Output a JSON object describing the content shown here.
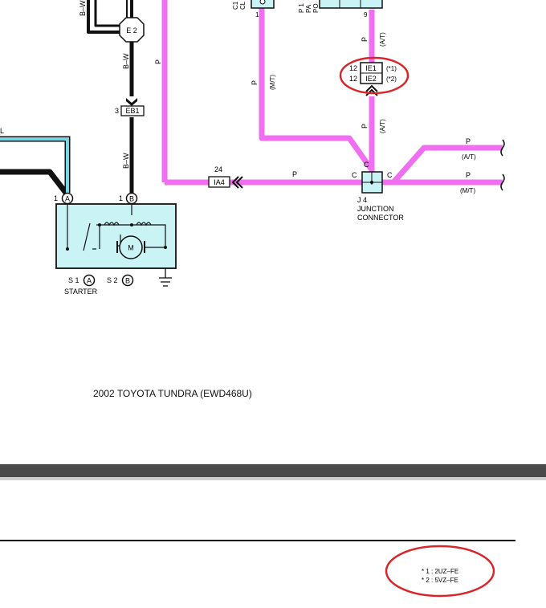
{
  "diagram": {
    "title": "2002 TOYOTA TUNDRA (EWD468U)",
    "wire_colors": {
      "pink": "#f06ff0",
      "black": "#111111",
      "cyan": "#7ad6e4"
    },
    "wire_labels": {
      "bw_top": "B–W",
      "bw_mid": "B–W",
      "bw_low": "B–W",
      "p_vertical_left": "P",
      "p_mt_vertical": "P",
      "p_mt_vertical_sub": "(M/T)",
      "p_at_top": "P",
      "p_at_top_sub": "(A/T)",
      "p_at_mid": "P",
      "p_at_mid_sub": "(A/T)",
      "p_horizontal": "P",
      "p_right_at": "P",
      "p_right_at_sub": "(A/T)",
      "p_right_mt": "P",
      "p_right_mt_sub": "(M/T)",
      "left_l": "L"
    },
    "connectors": {
      "e2": "E 2",
      "eb1_pin": "3",
      "eb1": "EB1",
      "ia4_pin": "24",
      "ia4": "IA4",
      "ie1_pin": "12",
      "ie1": "IE1",
      "ie1_note": "(*1)",
      "ie2_pin": "12",
      "ie2": "IE2",
      "ie2_note": "(*2)",
      "pin_9": "9",
      "pin_1_top": "1",
      "c1_top": "C1",
      "c1_top2": "CL",
      "p1_top": "P 1",
      "p1_top2": "PA",
      "p1_top3": "PO"
    },
    "junction": {
      "id": "J 4",
      "name_line1": "JUNCTION",
      "name_line2": "CONNECTOR",
      "pin_c_top": "C",
      "pin_c_left": "C",
      "pin_c_right": "C"
    },
    "starter": {
      "pin_a_num": "1",
      "pin_a": "A",
      "pin_b_num": "1",
      "pin_b": "B",
      "motor": "M",
      "s1": "S 1",
      "s1_pin": "A",
      "s2": "S 2",
      "s2_pin": "B",
      "name": "STARTER"
    },
    "footnotes": {
      "note1": "* 1 : 2UZ–FE",
      "note2": "* 2 : 5VZ–FE"
    },
    "highlight_color": "#d9262b"
  }
}
